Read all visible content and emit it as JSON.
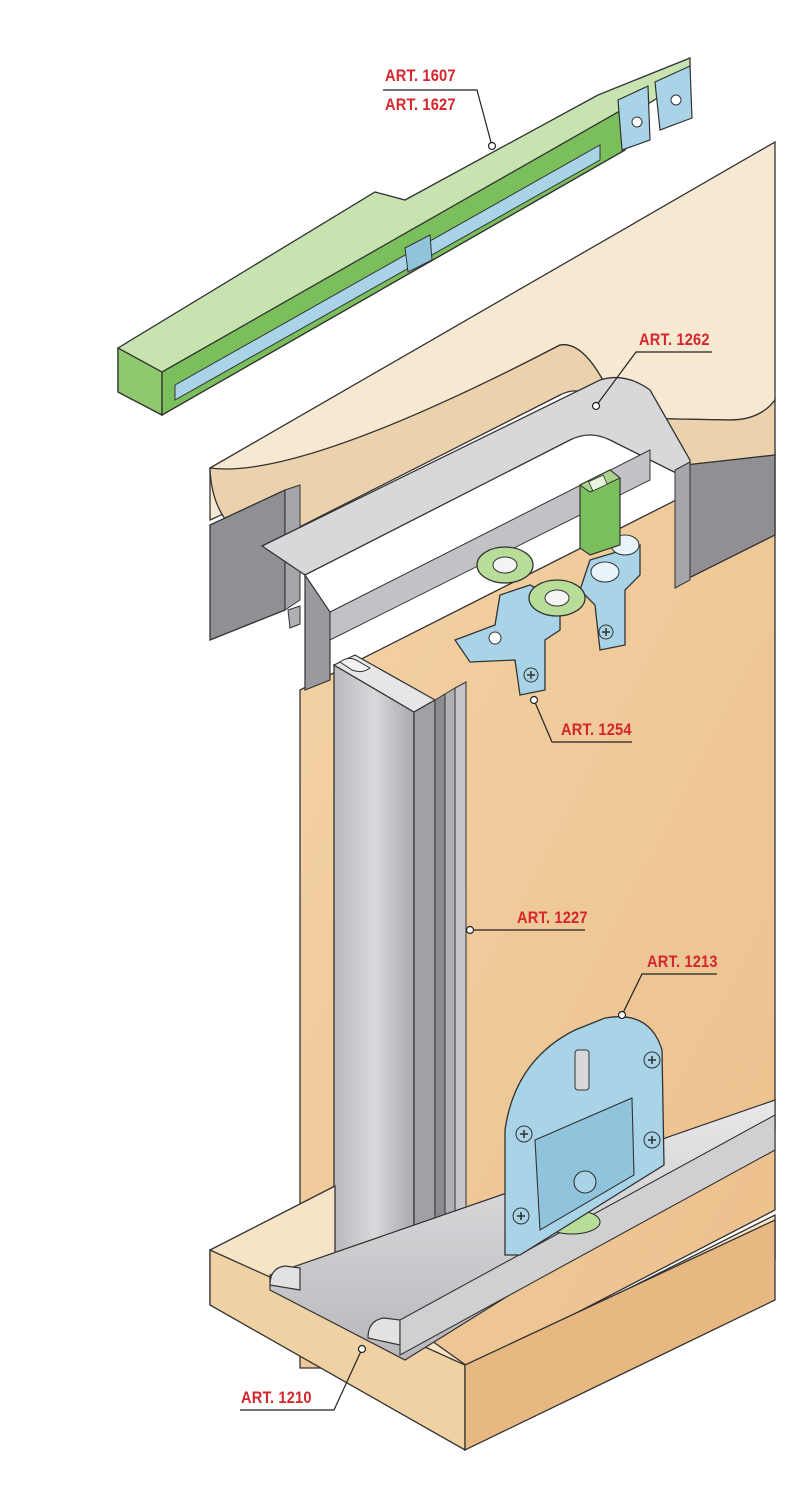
{
  "labels": {
    "art_1607": "ART. 1607",
    "art_1627": "ART. 1627",
    "art_1262": "ART. 1262",
    "art_1254": "ART. 1254",
    "art_1227": "ART. 1227",
    "art_1213": "ART. 1213",
    "art_1210": "ART. 1210"
  },
  "colors": {
    "label_red": "#d4262c",
    "wood": "#f0c999",
    "wood_light": "#f8e9d4",
    "aluminium": "#c9c9cc",
    "aluminium_dark": "#8f8f94",
    "soft_close_green": "#a9d58c",
    "hardware_blue": "#a9d4e8",
    "roller_green": "#b8dd98"
  },
  "icons": [
    "screw-icon"
  ]
}
